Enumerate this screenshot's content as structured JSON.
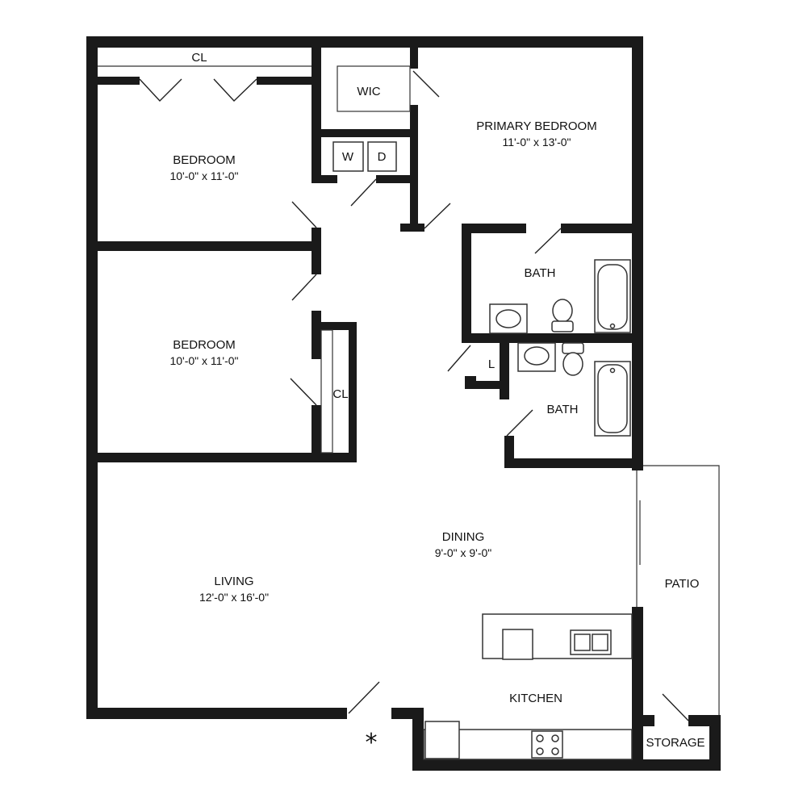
{
  "rooms": {
    "closet_top": {
      "name": "CL"
    },
    "wic": {
      "name": "WIC"
    },
    "washer": {
      "name": "W"
    },
    "dryer": {
      "name": "D"
    },
    "primary_bedroom": {
      "name": "PRIMARY BEDROOM",
      "size": "11'-0\" x 13'-0\""
    },
    "bedroom_1": {
      "name": "BEDROOM",
      "size": "10'-0\" x 11'-0\""
    },
    "bedroom_2": {
      "name": "BEDROOM",
      "size": "10'-0\" x 11'-0\""
    },
    "closet_mid": {
      "name": "CL"
    },
    "bath_1": {
      "name": "BATH"
    },
    "bath_2": {
      "name": "BATH"
    },
    "linen": {
      "name": "L"
    },
    "dining": {
      "name": "DINING",
      "size": "9'-0\" x 9'-0\""
    },
    "living": {
      "name": "LIVING",
      "size": "12'-0\" x 16'-0\""
    },
    "patio": {
      "name": "PATIO"
    },
    "kitchen": {
      "name": "KITCHEN"
    },
    "storage": {
      "name": "STORAGE"
    }
  },
  "entry_marker": "*"
}
